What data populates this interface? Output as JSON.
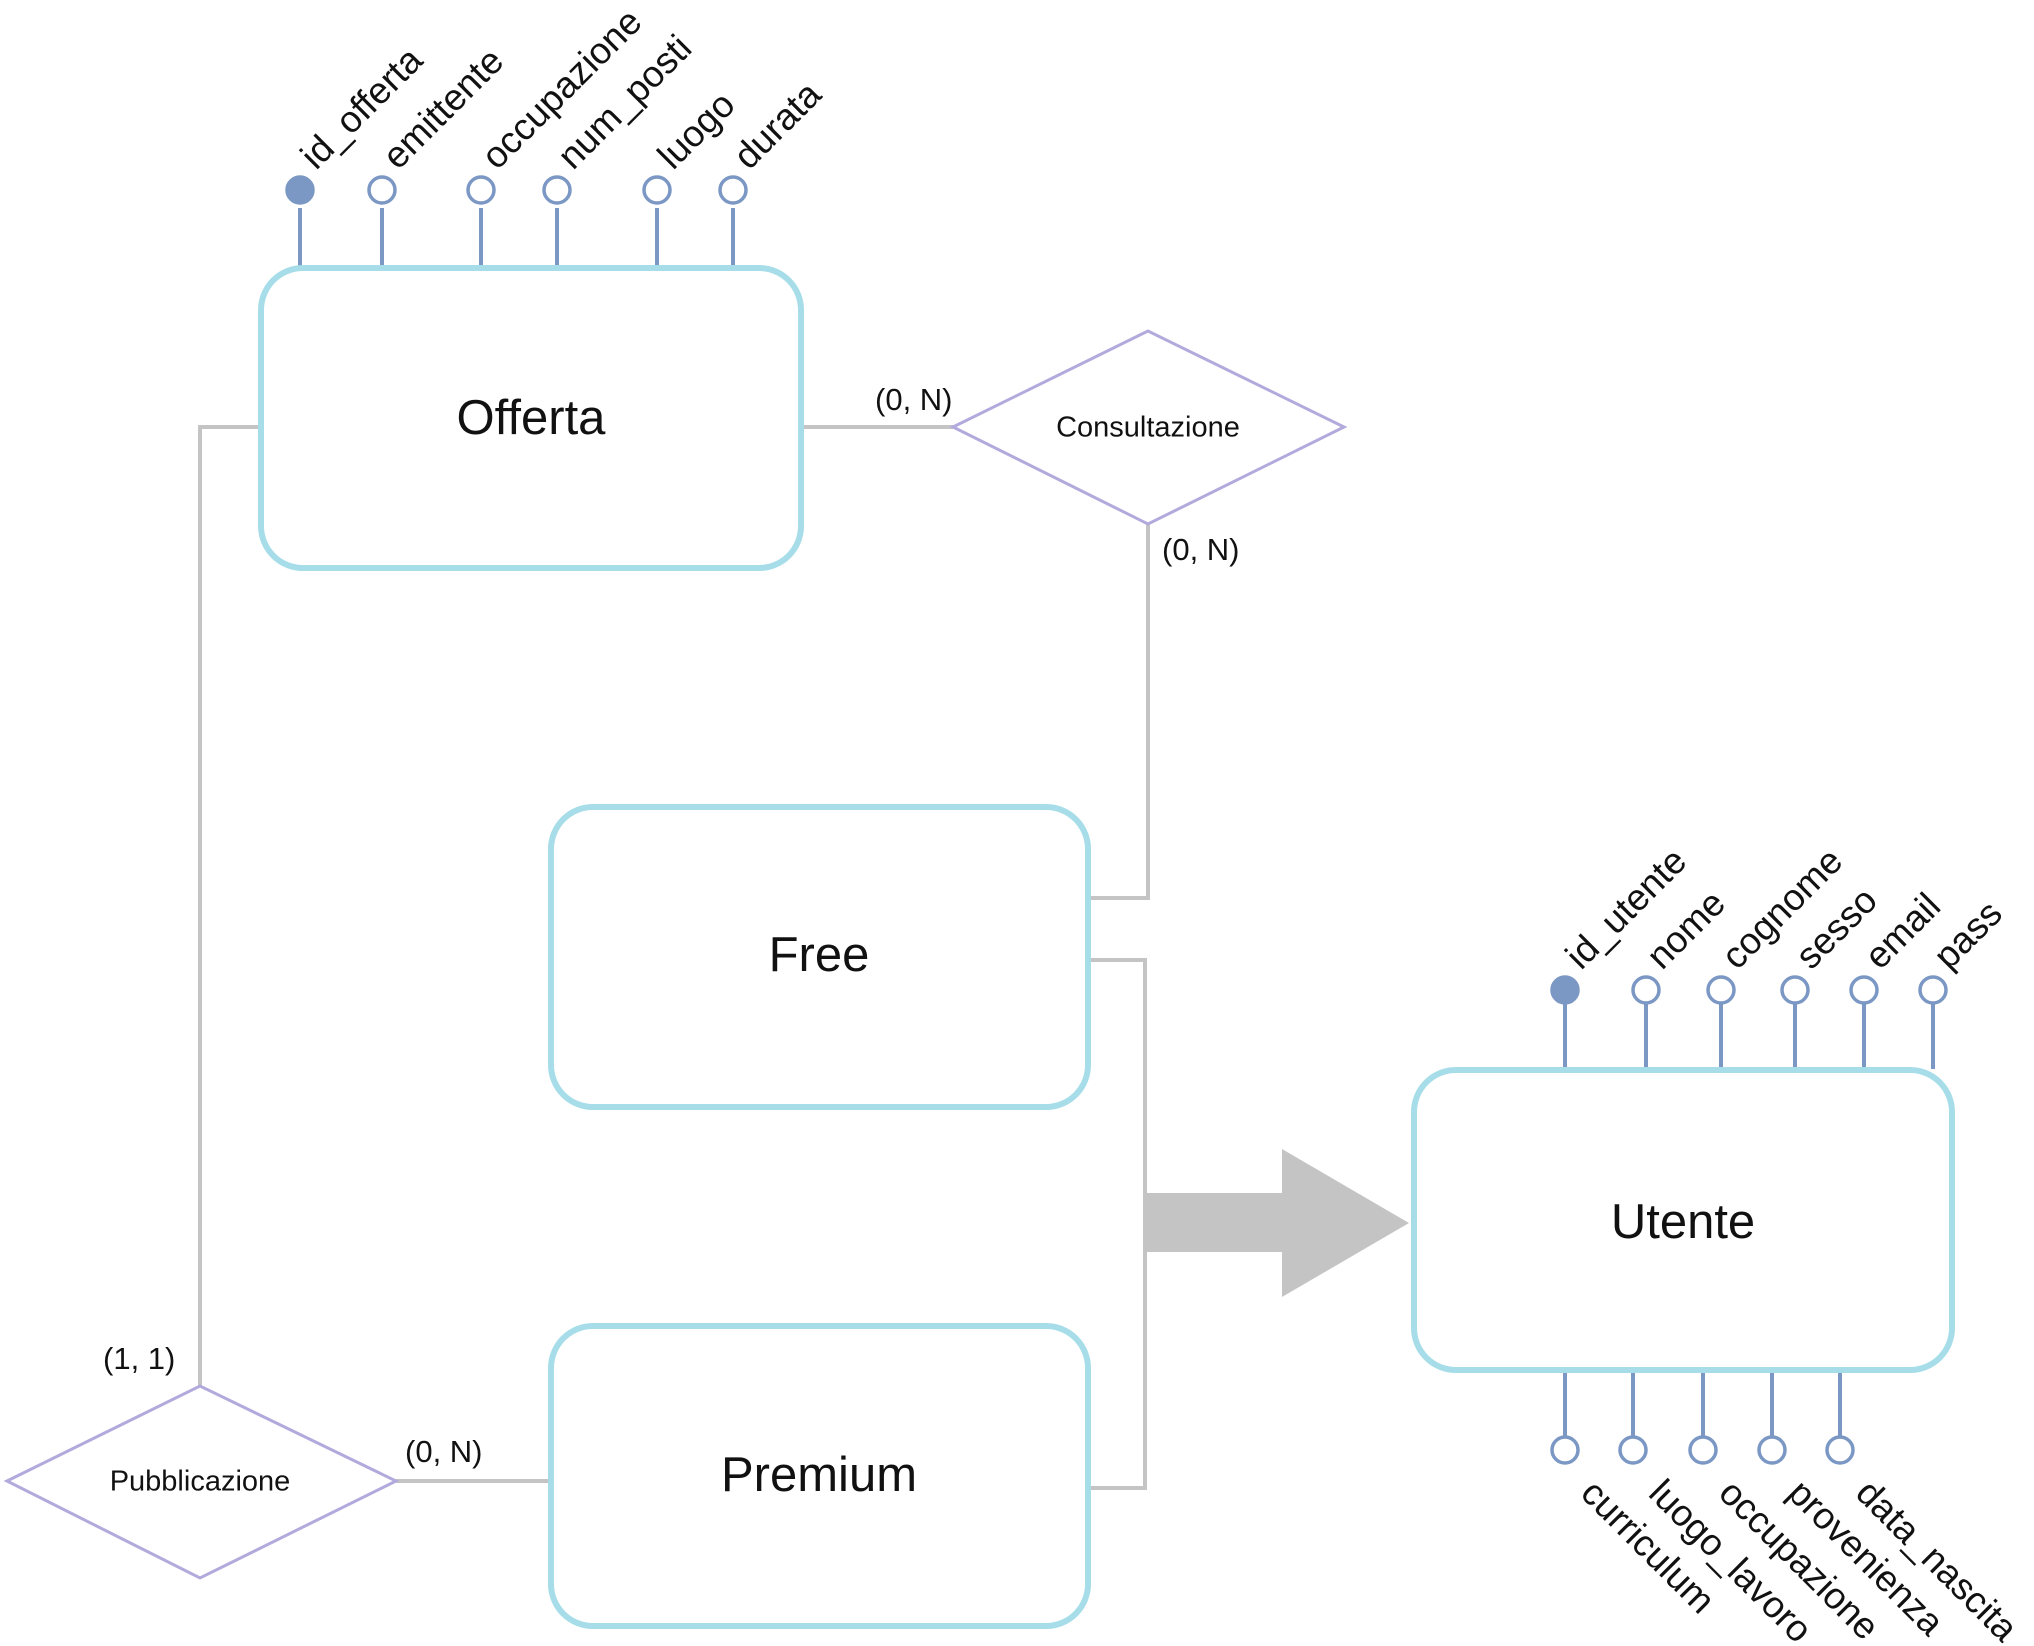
{
  "entities": {
    "offerta": "Offerta",
    "free": "Free",
    "premium": "Premium",
    "utente": "Utente"
  },
  "relationships": {
    "consultazione": "Consultazione",
    "pubblicazione": "Pubblicazione"
  },
  "cardinalities": {
    "offerta_consultazione": "(0, N)",
    "free_consultazione": "(0, N)",
    "offerta_pubblicazione": "(1, 1)",
    "premium_pubblicazione": "(0, N)"
  },
  "offerta_attributes": [
    {
      "name": "id_offerta",
      "key": true
    },
    {
      "name": "emittente",
      "key": false
    },
    {
      "name": "occupazione",
      "key": false
    },
    {
      "name": "num_posti",
      "key": false
    },
    {
      "name": "luogo",
      "key": false
    },
    {
      "name": "durata",
      "key": false
    }
  ],
  "utente_attributes_top": [
    {
      "name": "id_utente",
      "key": true
    },
    {
      "name": "nome",
      "key": false
    },
    {
      "name": "cognome",
      "key": false
    },
    {
      "name": "sesso",
      "key": false
    },
    {
      "name": "email",
      "key": false
    },
    {
      "name": "pass",
      "key": false
    }
  ],
  "utente_attributes_bottom": [
    {
      "name": "curriculum",
      "key": false
    },
    {
      "name": "luogo_lavoro",
      "key": false
    },
    {
      "name": "occupazione",
      "key": false
    },
    {
      "name": "provenienza",
      "key": false
    },
    {
      "name": "data_nascita",
      "key": false
    }
  ],
  "colors": {
    "entity_border": "#a6dde9",
    "relationship_border": "#b2a9dc",
    "attribute": "#7b97c4",
    "connector": "#c4c4c4"
  }
}
